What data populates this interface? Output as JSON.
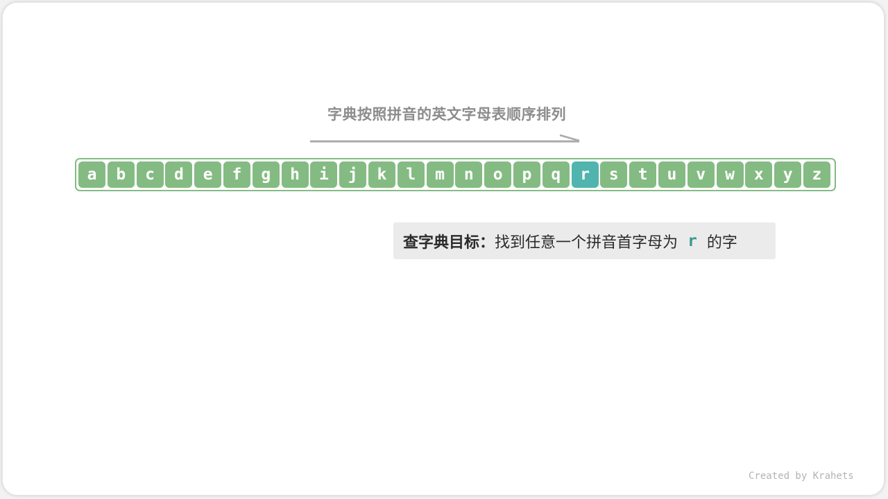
{
  "diagram": {
    "title": "字典按照拼音的英文字母表顺序排列",
    "letters": [
      "a",
      "b",
      "c",
      "d",
      "e",
      "f",
      "g",
      "h",
      "i",
      "j",
      "k",
      "l",
      "m",
      "n",
      "o",
      "p",
      "q",
      "r",
      "s",
      "t",
      "u",
      "v",
      "w",
      "x",
      "y",
      "z"
    ],
    "highlighted_letter": "r",
    "goal": {
      "label": "查字典目标",
      "colon": "：",
      "text_before": "找到任意一个拼音首字母为",
      "letter": "r",
      "text_after": "的字"
    },
    "credit": "Created by Krahets",
    "colors": {
      "cell": "#84bb82",
      "highlight": "#4fb5ae",
      "goal_bg": "#ebebeb",
      "title": "#8c8c8c",
      "arrow": "#aaaaaa"
    }
  }
}
